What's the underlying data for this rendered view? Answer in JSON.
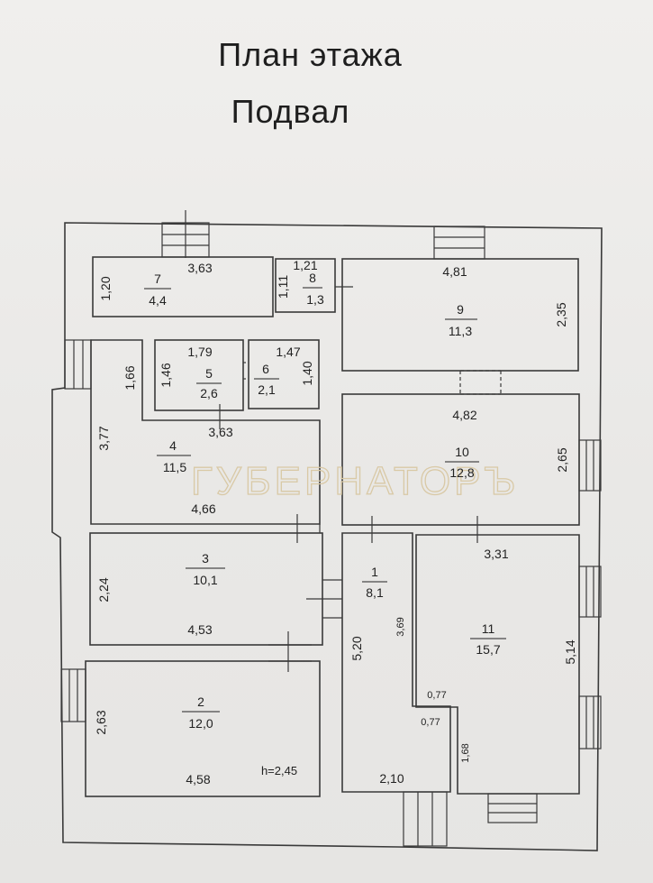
{
  "title": "План этажа",
  "subtitle": "Подвал",
  "height_note": "h=2,45",
  "watermark": "ГУБЕРНАТОРЪ",
  "colors": {
    "line": "#3a3a3a",
    "text": "#222222",
    "watermark": "#d9c9a6",
    "paper": "#ecebe9"
  },
  "rooms": [
    {
      "num": "1",
      "area": "8,1"
    },
    {
      "num": "2",
      "area": "12,0"
    },
    {
      "num": "3",
      "area": "10,1"
    },
    {
      "num": "4",
      "area": "11,5"
    },
    {
      "num": "5",
      "area": "2,6"
    },
    {
      "num": "6",
      "area": "2,1"
    },
    {
      "num": "7",
      "area": "4,4"
    },
    {
      "num": "8",
      "area": "1,3"
    },
    {
      "num": "9",
      "area": "11,3"
    },
    {
      "num": "10",
      "area": "12,8"
    },
    {
      "num": "11",
      "area": "15,7"
    }
  ],
  "dimensions": {
    "r7_w": "3,63",
    "r7_h": "1,20",
    "r8_w": "1,21",
    "r8_h": "1,11",
    "r9_w": "4,81",
    "r9_h": "2,35",
    "r5_w": "1,79",
    "r5_h": "1,46",
    "r6_w": "1,47",
    "r6_h": "1,40",
    "r4_top": "1,66",
    "r4_w": "3,63",
    "r4_h": "3,77",
    "r4_bottom": "4,66",
    "r10_w": "4,82",
    "r10_h": "2,65",
    "r3_w": "4,53",
    "r3_h": "2,24",
    "r1_h": "5,20",
    "r1_diag": "3,69",
    "r1_bottom": "2,10",
    "r11_w": "3,31",
    "r11_h": "5,14",
    "r11_step1": "0,77",
    "r11_step2": "0,77",
    "r11_step3": "1,68",
    "r2_w": "4,58",
    "r2_h": "2,63"
  }
}
